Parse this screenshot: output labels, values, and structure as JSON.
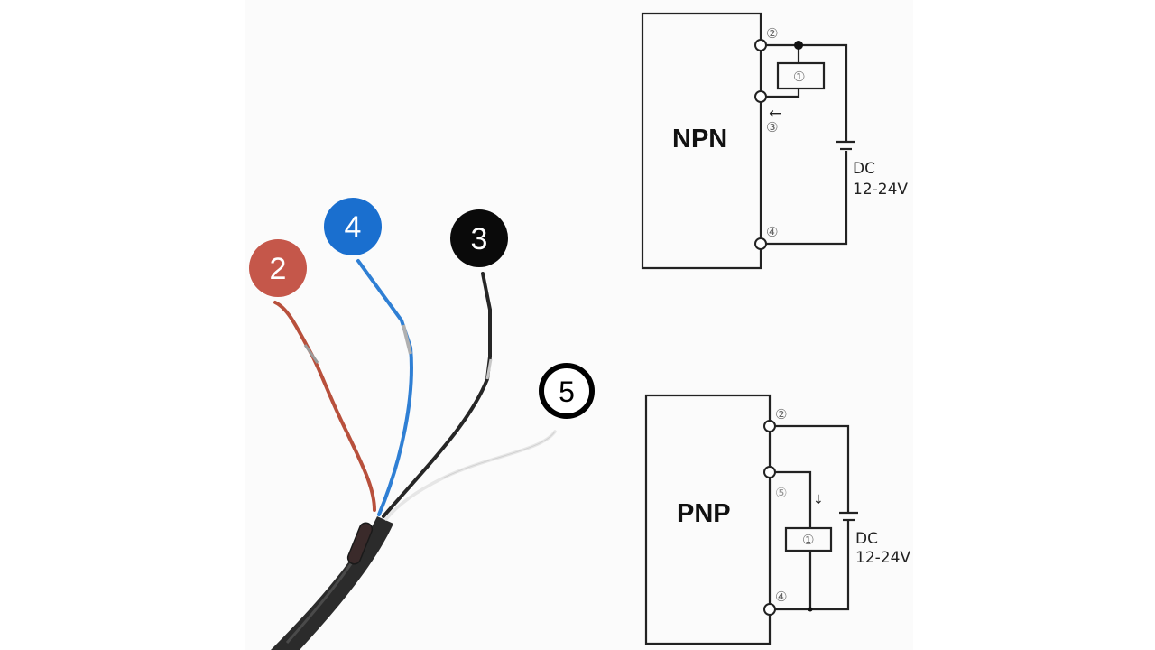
{
  "wire_labels": [
    {
      "id": "2",
      "label": "2",
      "wire_color": "#b8503c",
      "badge_color": "#c5574a"
    },
    {
      "id": "4",
      "label": "4",
      "wire_color": "#2f7fd4",
      "badge_color": "#1a6fcf"
    },
    {
      "id": "3",
      "label": "3",
      "wire_color": "#262626",
      "badge_color": "#0a0a0a"
    },
    {
      "id": "5",
      "label": "5",
      "wire_color": "#f2f2f2",
      "badge_color": "#ffffff"
    }
  ],
  "npn": {
    "title": "NPN",
    "terminal_labels": [
      "②",
      "③",
      "④"
    ],
    "load_label": "①",
    "current_arrow": "←",
    "supply_line1": "DC",
    "supply_line2": "12-24V"
  },
  "pnp": {
    "title": "PNP",
    "terminal_labels": [
      "②",
      "⑤",
      "④"
    ],
    "load_label": "①",
    "current_arrow": "↓",
    "supply_line1": "DC",
    "supply_line2": "12-24V"
  },
  "colors": {
    "line": "#222222",
    "cable_jacket": "#2b2b2b"
  }
}
